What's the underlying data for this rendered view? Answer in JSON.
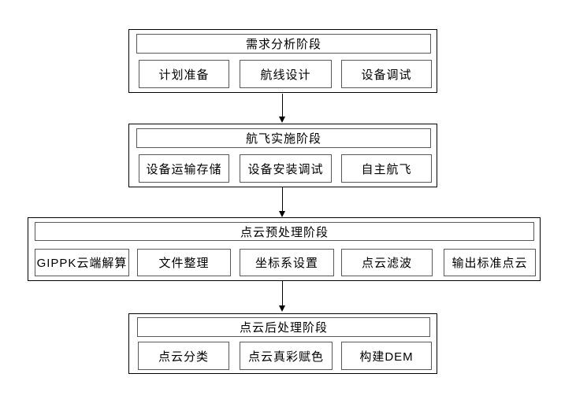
{
  "diagram": {
    "type": "flowchart",
    "direction": "top-down",
    "colors": {
      "background": "#ffffff",
      "outer_box_border": "#000000",
      "inner_box_border": "#595959",
      "text": "#000000",
      "arrow": "#000000"
    },
    "stages": [
      {
        "title": "需求分析阶段",
        "steps": [
          "计划准备",
          "航线设计",
          "设备调试"
        ]
      },
      {
        "title": "航飞实施阶段",
        "steps": [
          "设备运输存储",
          "设备安装调试",
          "自主航飞"
        ]
      },
      {
        "title": "点云预处理阶段",
        "steps": [
          "GIPPK云端解算",
          "文件整理",
          "坐标系设置",
          "点云滤波",
          "输出标准点云"
        ]
      },
      {
        "title": "点云后处理阶段",
        "steps": [
          "点云分类",
          "点云真彩赋色",
          "构建DEM"
        ]
      }
    ],
    "connectors": [
      {
        "from": "需求分析阶段",
        "to": "航飞实施阶段"
      },
      {
        "from": "航飞实施阶段",
        "to": "点云预处理阶段"
      },
      {
        "from": "点云预处理阶段",
        "to": "点云后处理阶段"
      }
    ]
  }
}
